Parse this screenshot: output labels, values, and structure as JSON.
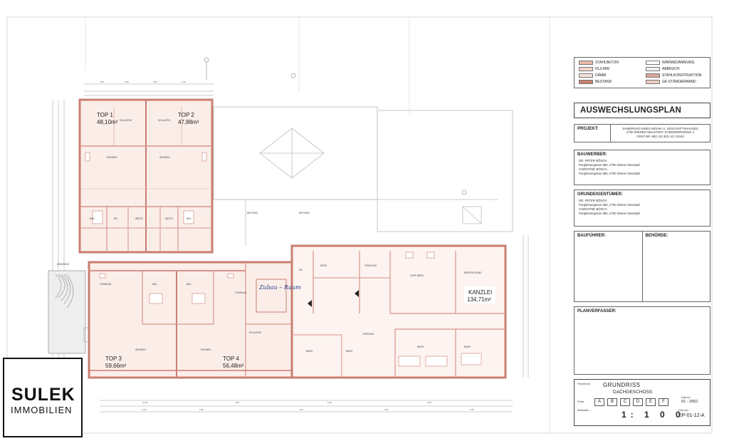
{
  "title_block": {
    "legend": [
      {
        "label": "STAHLBETON",
        "color": "#e8b9a6"
      },
      {
        "label": "HLZ-MW",
        "color": "#f3d5c8"
      },
      {
        "label": "DÄMM",
        "color": "#f6e4da"
      },
      {
        "label": "BESTAND",
        "color": "#c9806b"
      },
      {
        "label": "WÄRMEDÄMMUNG",
        "color": "#ffffff"
      },
      {
        "label": "ABBRUCH",
        "color": "#f0f0f0"
      },
      {
        "label": "STAHLKONSTRUKTION",
        "color": "#d9a799"
      },
      {
        "label": "GK-STÄNDERWAND",
        "color": "#eecabd"
      }
    ],
    "main_title": "AUSWECHSLUNGSPLAN",
    "projekt_label": "PROJEKT:",
    "projekt_lines": [
      "SANIERUNG EINES WOHN- U. GESCHÄFTSHAUSES",
      "2700 WIENER NEUSTADT, EYERSPERGRING 4",
      "GRST.NR. 682, EZ 303, KG 23443"
    ],
    "bauwerber_label": "BAUWERBER:",
    "bauwerber_lines": [
      "DR. PETER BÖSCH",
      "Purgleitnergasse 55b, 2700 Wiener Neustadt",
      "CHRISTINE BÖSCH",
      "Purgleitnergasse 55b, 2700 Wiener Neustadt"
    ],
    "grundeigentuemer_label": "GRUNDEIGENTÜMER:",
    "grundeigentuemer_lines": [
      "DR. PETER BÖSCH",
      "Purgleitnergasse 55b, 2700 Wiener Neustadt",
      "CHRISTINE BÖSCH",
      "Purgleitnergasse 55b, 2700 Wiener Neustadt"
    ],
    "bauführer_label": "BAUFÜHRER:",
    "behoerde_label": "BEHÖRDE:",
    "planverfasser_label": "PLANVERFASSER:",
    "planinhalt_label": "Planinhalt:",
    "grundriss_title": "GRUNDRISS",
    "grundriss_sub": "DACHGESCHOSS",
    "parts_label": "Parie:",
    "parts": [
      "A",
      "B",
      "C",
      "D",
      "E",
      "F"
    ],
    "datum_label": "Datum:",
    "datum_value": "01 - 2002",
    "massstab_label": "Maßstab:",
    "scale": "1: 1 0 0",
    "plan_nr_label": "Plan-Nr.:",
    "plan_nr": "EP-01-12-A"
  },
  "units": [
    {
      "name": "TOP 1",
      "area": "48,10m²"
    },
    {
      "name": "TOP 2",
      "area": "47,88m²"
    },
    {
      "name": "TOP 3",
      "area": "59,66m²"
    },
    {
      "name": "TOP 4",
      "area": "56,48m²"
    },
    {
      "name": "KANZLEI",
      "area": "134,71m²"
    }
  ],
  "annotation": "Zubau – Raum",
  "logo": {
    "top": "SULEK",
    "bottom": "IMMOBILIEN"
  }
}
